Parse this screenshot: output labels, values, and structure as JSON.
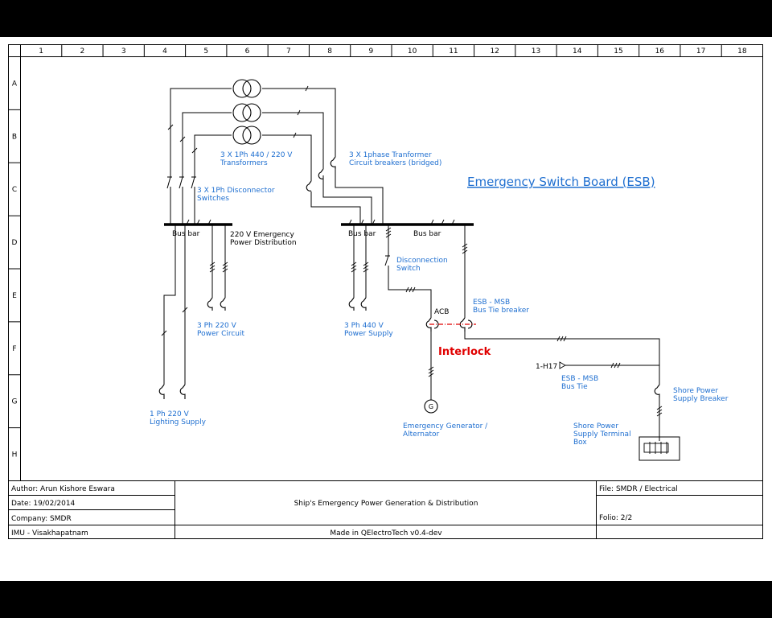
{
  "grid": {
    "columns": [
      "1",
      "2",
      "3",
      "4",
      "5",
      "6",
      "7",
      "8",
      "9",
      "10",
      "11",
      "12",
      "13",
      "14",
      "15",
      "16",
      "17",
      "18"
    ],
    "rows": [
      "A",
      "B",
      "C",
      "D",
      "E",
      "F",
      "G",
      "H"
    ]
  },
  "diagram": {
    "title": "Emergency Switch Board (ESB)",
    "labels": {
      "transformers_1": "3 X 1Ph 440 / 220 V",
      "transformers_2": "Transformers",
      "tcb_1": "3 X 1phase Tranformer",
      "tcb_2": "Circuit breakers (bridged)",
      "disc_1": "3 X 1Ph Disconnector",
      "disc_2": "Switches",
      "busbar_left": "Bus bar",
      "busbar_mid": "Bus bar",
      "busbar_right": "Bus bar",
      "dist_1": "220 V Emergency",
      "dist_2": "Power Distribution",
      "disconnection_1": "Disconnection",
      "disconnection_2": "Switch",
      "tie_breaker_1": "ESB - MSB",
      "tie_breaker_2": "Bus Tie breaker",
      "acb": "ACB",
      "interlock": "Interlock",
      "p220_1": "3 Ph 220 V",
      "p220_2": "Power Circuit",
      "p440_1": "3 Ph 440 V",
      "p440_2": "Power Supply",
      "ref": "1-H17",
      "bustie_1": "ESB - MSB",
      "bustie_2": "Bus Tie",
      "shore_brk_1": "Shore Power",
      "shore_brk_2": "Supply Breaker",
      "lighting_1": "1 Ph 220 V",
      "lighting_2": "Lighting Supply",
      "gen_1": "Emergency Generator /",
      "gen_2": "Alternator",
      "gen_symbol": "G",
      "shore_box_1": "Shore Power",
      "shore_box_2": "Supply Terminal",
      "shore_box_3": "Box"
    }
  },
  "title_block": {
    "author": "Author: Arun Kishore Eswara",
    "date": "Date: 19/02/2014",
    "company": "Company: SMDR",
    "institute": "IMU - Visakhapatnam",
    "title": "Ship's Emergency Power Generation & Distribution",
    "made_in": "Made in QElectroTech v0.4-dev",
    "file": "File: SMDR / Electrical",
    "folio": "Folio: 2/2"
  },
  "colors": {
    "label": "#1f6fd0",
    "interlock": "#e00000",
    "line": "#000000"
  }
}
